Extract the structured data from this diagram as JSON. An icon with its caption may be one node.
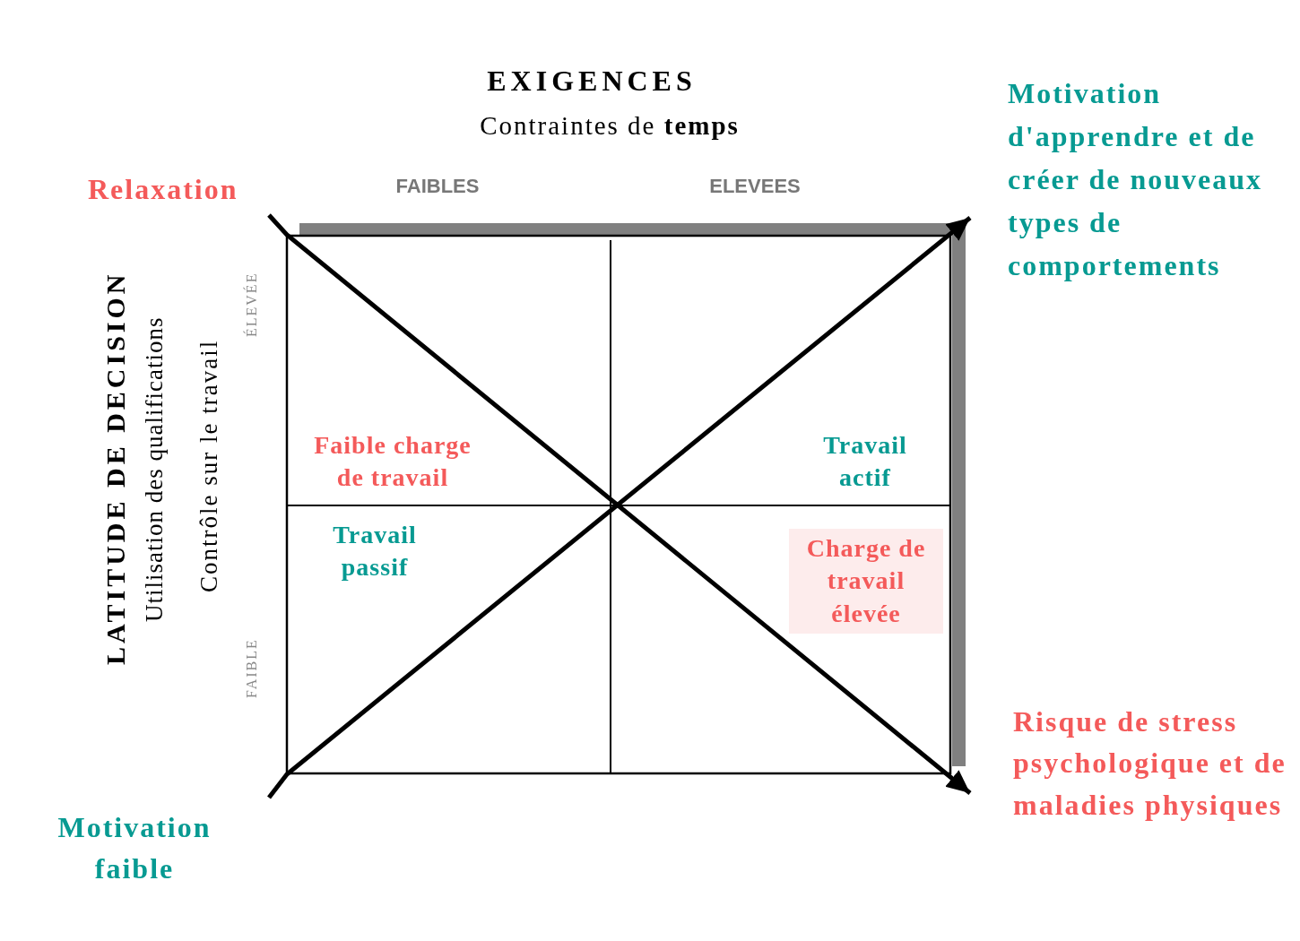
{
  "diagram": {
    "nodes": [
      {
        "text": [
          "Relaxation"
        ]
      },
      {
        "text": [
          "Motivation d'apprendre et de créer de nouveaux types de comportements"
        ]
      },
      {
        "text": [
          "Faible charge de travail"
        ]
      },
      {
        "text": [
          "Travail actif"
        ]
      },
      {
        "text": [
          "Travail passif"
        ]
      },
      {
        "text": [
          "Charge de travail élevée"
        ]
      },
      {
        "text": [
          "Risque de stress psychologique et de maladies physiques"
        ]
      },
      {
        "text": [
          "Motivation faible"
        ]
      }
    ],
    "edges": [
      {
        "from": 0,
        "to": 6,
        "arrow": "to"
      },
      {
        "from": 7,
        "to": 1,
        "arrow": "to"
      }
    ],
    "labels": [
      "EXIGENCES",
      "Contraintes de **temps**",
      "FAIBLES",
      "ELEVEES",
      "LATITUDE DE DECISION",
      "Utilisation des qualifications",
      "Contrôle sur le travail",
      "ÉLEVÉE",
      "FAIBLE"
    ]
  }
}
